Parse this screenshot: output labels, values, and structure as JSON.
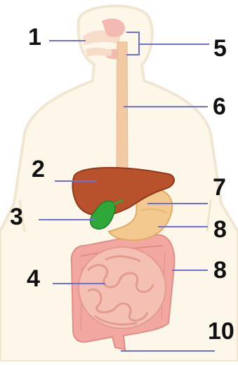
{
  "colors": {
    "body_outline": "#f2e9d8",
    "body_fill": "#fdf7ea",
    "esophagus": "#f1c9a2",
    "liver": "#b8522c",
    "gallbladder": "#2fa83a",
    "stomach": "#f3c98f",
    "intestine": "#f2a7a0",
    "leader_line": "#6f6fd8"
  },
  "labels": [
    "1",
    "2",
    "3",
    "4",
    "5",
    "6",
    "7",
    "8",
    "8",
    "10"
  ]
}
